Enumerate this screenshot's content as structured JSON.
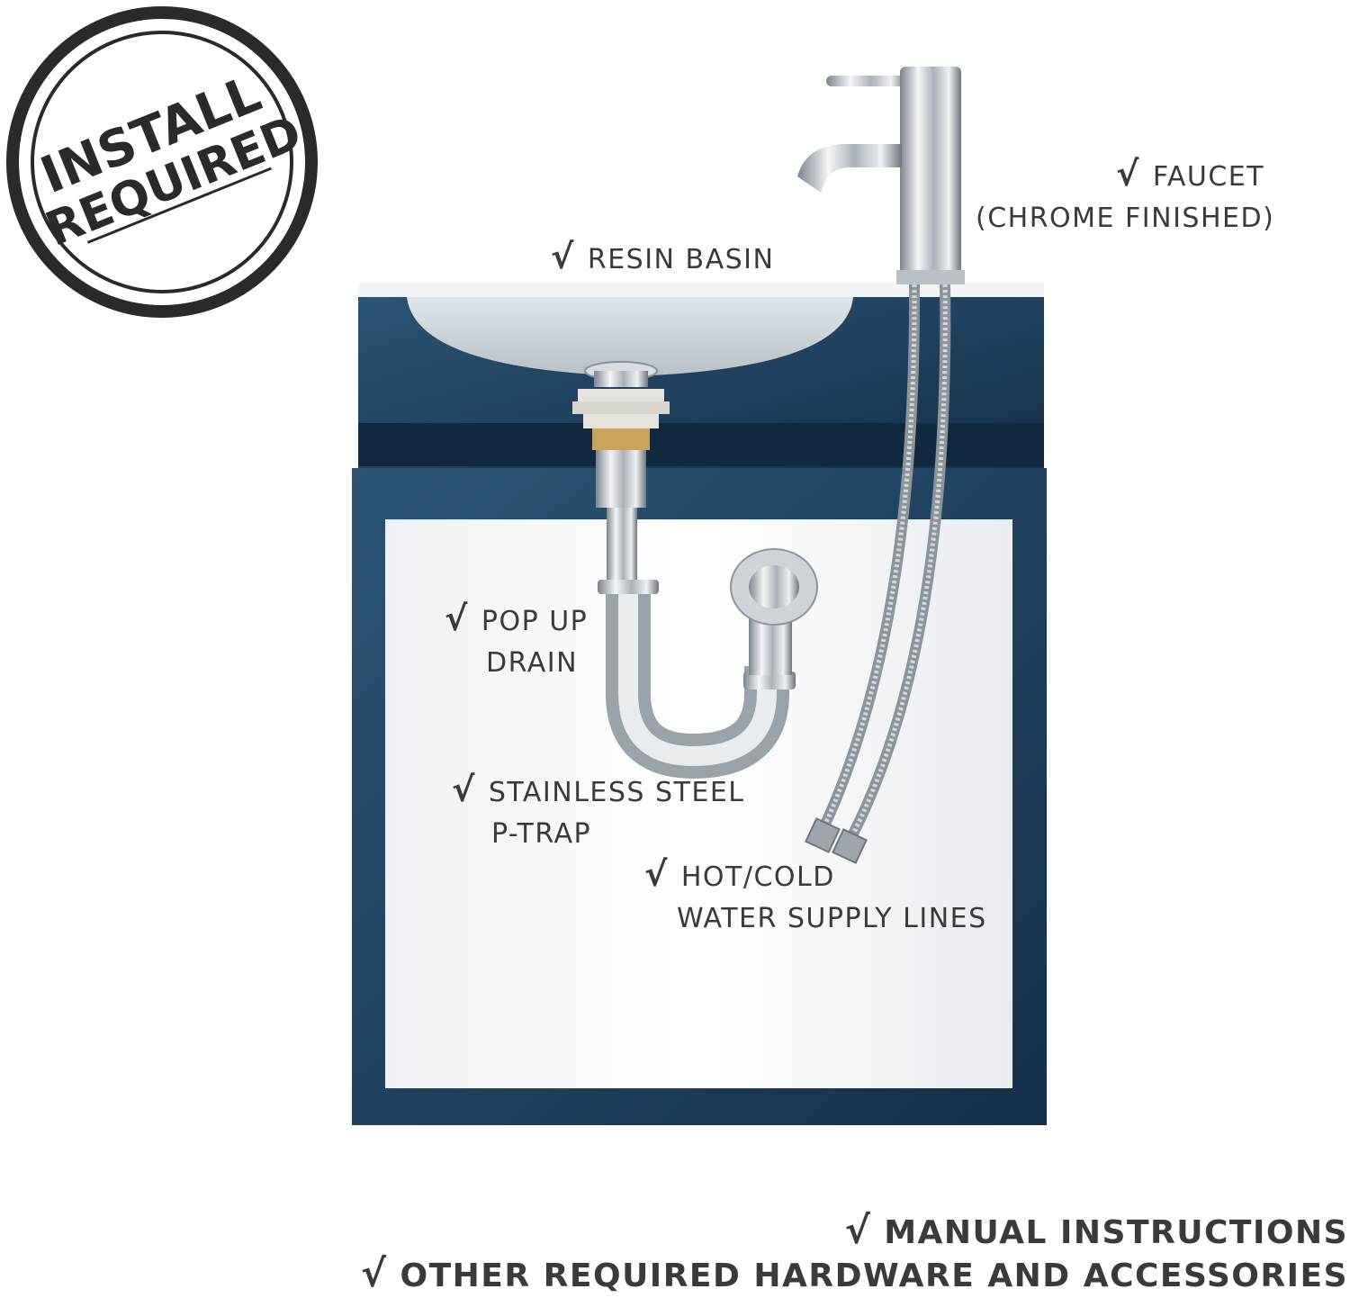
{
  "stamp": {
    "line1": "INSTALL",
    "line2": "REQUIRED"
  },
  "check_mark": "√",
  "labels": {
    "resin_basin": "RESIN BASIN",
    "faucet_line1": "FAUCET",
    "faucet_line2": "(CHROME FINISHED)",
    "pop_up_line1": "POP UP",
    "pop_up_line2": "DRAIN",
    "ptrap_line1": "STAINLESS STEEL",
    "ptrap_line2": "P-TRAP",
    "supply_line1": "HOT/COLD",
    "supply_line2": "WATER SUPPLY LINES"
  },
  "included": [
    "MANUAL INSTRUCTIONS",
    "OTHER REQUIRED HARDWARE AND ACCESSORIES"
  ],
  "colors": {
    "cabinet": "#1b3f5c",
    "panel": "#ffffff",
    "chrome": "#c9ced3",
    "text": "#3a3a3a"
  }
}
